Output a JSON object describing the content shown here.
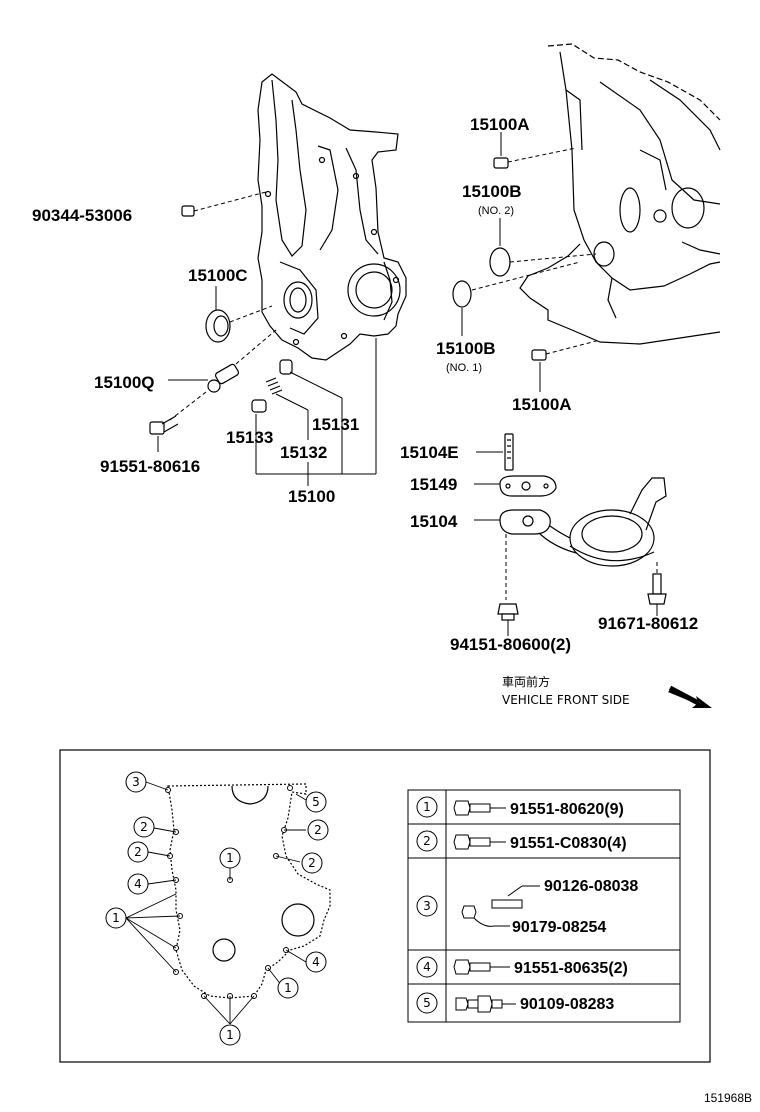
{
  "parts": {
    "p90344": "90344-53006",
    "p15100A_top": "15100A",
    "p15100B_top": "15100B",
    "p15100B_top_sub": "(NO. 2)",
    "p15100C": "15100C",
    "p15100Q": "15100Q",
    "p91551_80616": "91551-80616",
    "p15133": "15133",
    "p15132": "15132",
    "p15131": "15131",
    "p15100": "15100",
    "p15100B_bot": "15100B",
    "p15100B_bot_sub": "(NO. 1)",
    "p15100A_bot": "15100A",
    "p15104E": "15104E",
    "p15149": "15149",
    "p15104": "15104",
    "p94151": "94151-80600(2)",
    "p91671": "91671-80612"
  },
  "front": {
    "jp": "車両前方",
    "en": "VEHICLE FRONT SIDE"
  },
  "inset_markers": {
    "m3": "3",
    "m5": "5",
    "m2a": "2",
    "m2b": "2",
    "m2c": "2",
    "m2d": "2",
    "m1center": "1",
    "m4left": "4",
    "m1left": "1",
    "m4right": "4",
    "m1right": "1",
    "m1bottom": "1"
  },
  "legend": [
    {
      "num": "1",
      "parts": [
        "91551-80620(9)"
      ]
    },
    {
      "num": "2",
      "parts": [
        "91551-C0830(4)"
      ]
    },
    {
      "num": "3",
      "parts": [
        "90126-08038",
        "90179-08254"
      ]
    },
    {
      "num": "4",
      "parts": [
        "91551-80635(2)"
      ]
    },
    {
      "num": "5",
      "parts": [
        "90109-08283"
      ]
    }
  ],
  "figure_id": "151968B"
}
